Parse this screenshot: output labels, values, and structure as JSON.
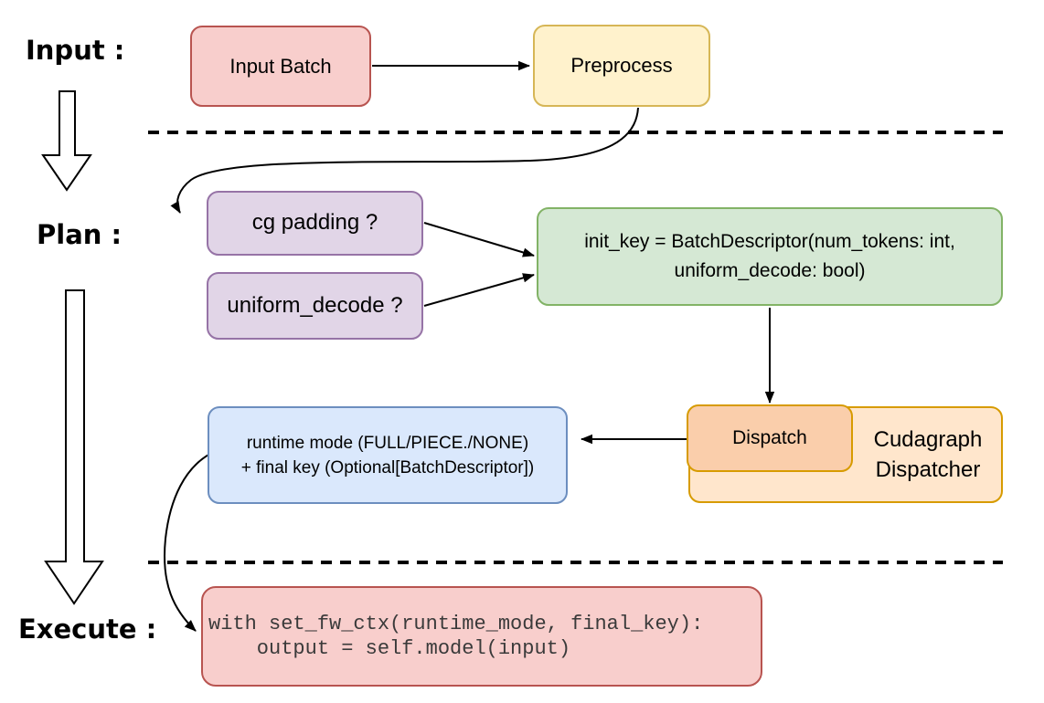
{
  "stages": {
    "input": "Input :",
    "plan": "Plan :",
    "execute": "Execute :"
  },
  "nodes": {
    "input_batch": {
      "label": "Input Batch",
      "fill": "#F8CECC",
      "stroke": "#B85450"
    },
    "preprocess": {
      "label": "Preprocess",
      "fill": "#FFF2CC",
      "stroke": "#D6B656"
    },
    "cg_padding": {
      "label": "cg padding ?",
      "fill": "#E1D5E7",
      "stroke": "#9673A6"
    },
    "uniform_decode": {
      "label": "uniform_decode ?",
      "fill": "#E1D5E7",
      "stroke": "#9673A6"
    },
    "init_key": {
      "line1": "init_key = BatchDescriptor(num_tokens: int,",
      "line2": "uniform_decode: bool)",
      "fill": "#D5E8D4",
      "stroke": "#82B366"
    },
    "dispatch": {
      "label": "Dispatch",
      "fill": "#FACEAB",
      "stroke": "#D79B00"
    },
    "cudagraph_dispatcher": {
      "line1": "Cudagraph",
      "line2": "Dispatcher",
      "fill": "#FFE6CC",
      "stroke": "#D79B00"
    },
    "runtime_mode_final_key": {
      "line1": "runtime mode (FULL/PIECE./NONE)",
      "line2": "+ final key (Optional[BatchDescriptor])",
      "fill": "#DAE8FC",
      "stroke": "#6C8EBF"
    },
    "execute_code": {
      "line1": "with set_fw_ctx(runtime_mode, final_key):",
      "line2": "    output = self.model(input)",
      "fill": "#F8CECC",
      "stroke": "#B85450"
    }
  },
  "edges": [
    {
      "from": "input_batch",
      "to": "preprocess"
    },
    {
      "from": "preprocess",
      "to": "cg_padding"
    },
    {
      "from": "cg_padding",
      "to": "init_key"
    },
    {
      "from": "uniform_decode",
      "to": "init_key"
    },
    {
      "from": "init_key",
      "to": "dispatch"
    },
    {
      "from": "cudagraph_dispatcher",
      "to": "runtime_mode_final_key"
    },
    {
      "from": "runtime_mode_final_key",
      "to": "execute_code"
    }
  ],
  "separator_color": "#000000",
  "connector_color": "#000000"
}
